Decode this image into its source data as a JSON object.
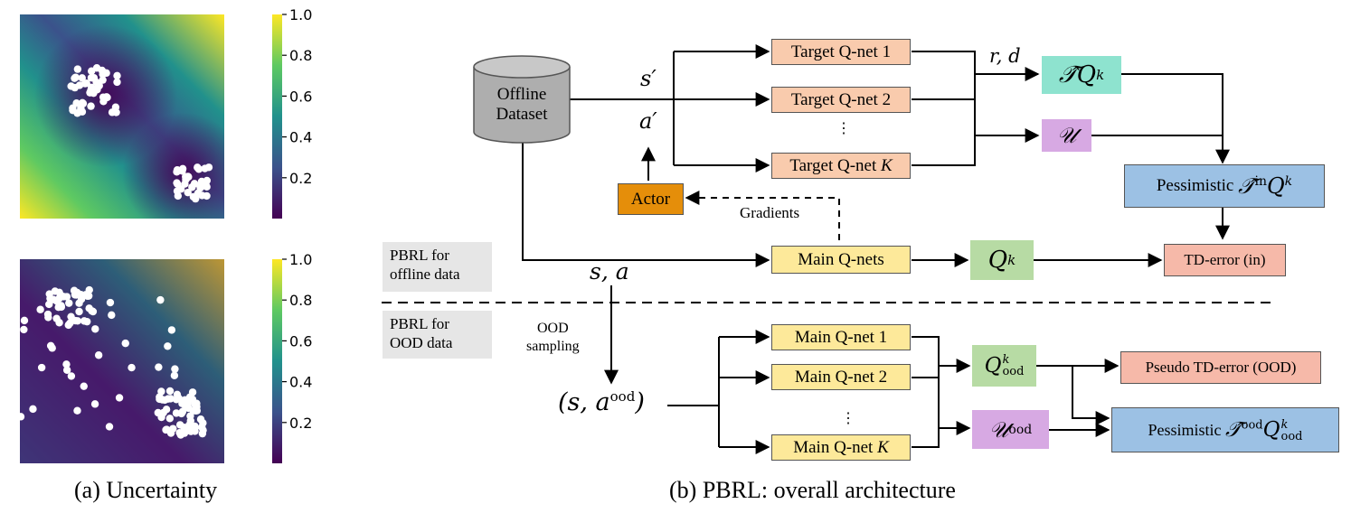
{
  "panel_a": {
    "caption": "(a)  Uncertainty",
    "colorbar_ticks": [
      "1.0",
      "0.8",
      "0.6",
      "0.4",
      "0.2"
    ],
    "colormap": [
      "#440154",
      "#3b528b",
      "#21918c",
      "#5ec962",
      "#fde725"
    ]
  },
  "panel_b": {
    "caption": "(b)  PBRL: overall architecture",
    "dataset_line1": "Offline",
    "dataset_line2": "Dataset",
    "target_q1": "Target Q-net 1",
    "target_q2": "Target Q-net 2",
    "target_qk_prefix": "Target Q-net ",
    "target_qk_k": "K",
    "actor": "Actor",
    "gradients": "Gradients",
    "main_qnets": "Main Q-nets",
    "main_q1": "Main Q-net 1",
    "main_q2": "Main Q-net 2",
    "main_qk_prefix": "Main Q-net ",
    "main_qk_k": "K",
    "td_error_in": "TD-error (in)",
    "pseudo_td": "Pseudo TD-error (OOD)",
    "pessimistic_word": "Pessimistic",
    "pbrl_offline_1": "PBRL  for",
    "pbrl_offline_2": "offline data",
    "pbrl_ood_1": "PBRL  for",
    "pbrl_ood_2": "OOD data",
    "ood_sampling_1": "OOD",
    "ood_sampling_2": "sampling",
    "s_prime": "s′",
    "a_prime": "a′",
    "rd": "r, d",
    "sa": "s, a",
    "dots": "⋮",
    "colors": {
      "target": "#f9cbad",
      "main": "#fde99a",
      "actor": "#e58e0a",
      "tq": "#8ee3cf",
      "u": "#d7a9e3",
      "pess": "#9cc1e4",
      "q": "#b7dba4",
      "td": "#f6b9a9",
      "tag": "#e6e6e6",
      "cylinder": "#aeaeae"
    }
  }
}
